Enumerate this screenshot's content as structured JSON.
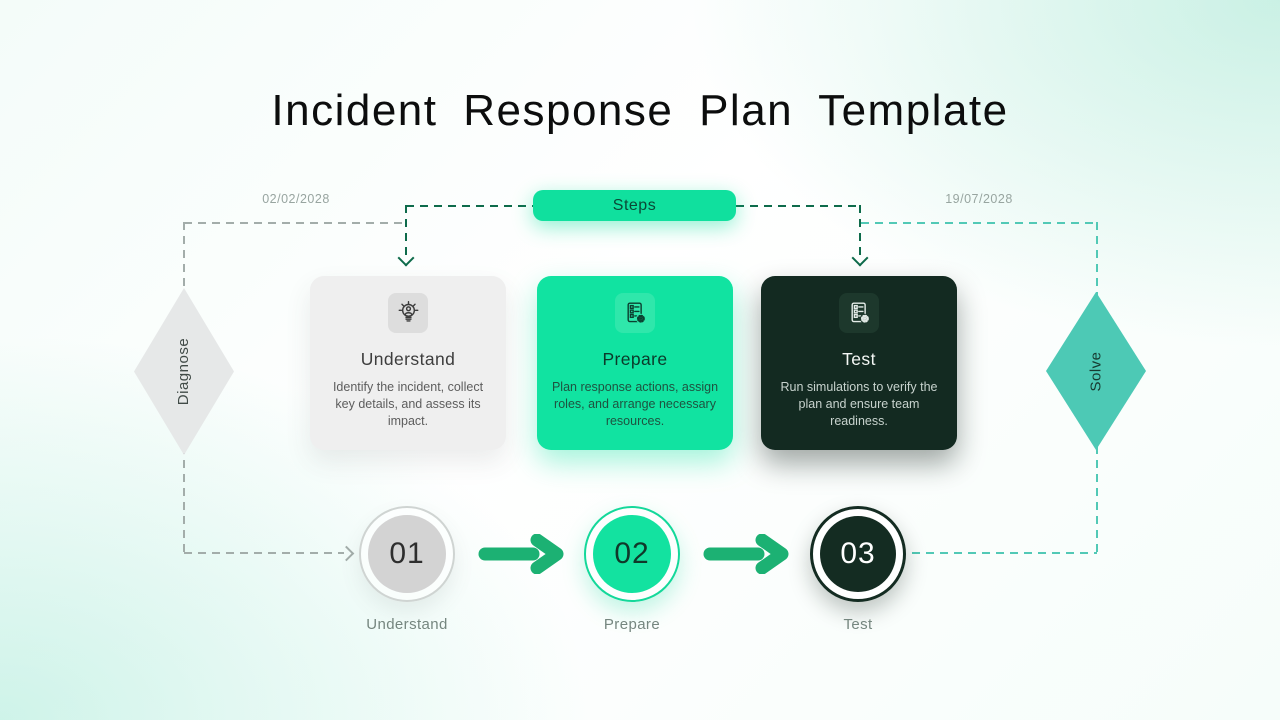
{
  "title": "Incident Response Plan Template",
  "steps_button": {
    "label": "Steps"
  },
  "dates": {
    "left": "02/02/2028",
    "right": "19/07/2028"
  },
  "diamonds": {
    "left": {
      "label": "Diagnose"
    },
    "right": {
      "label": "Solve"
    }
  },
  "cards": [
    {
      "title": "Understand",
      "description": "Identify the incident, collect key details, and assess its impact.",
      "icon": "idea-person-bulb-icon"
    },
    {
      "title": "Prepare",
      "description": "Plan response actions, assign roles, and arrange necessary resources.",
      "icon": "checklist-gear-icon"
    },
    {
      "title": "Test",
      "description": "Run simulations to verify the plan and ensure team readiness.",
      "icon": "checklist-gear-icon"
    }
  ],
  "timeline": [
    {
      "number": "01",
      "label": "Understand"
    },
    {
      "number": "02",
      "label": "Prepare"
    },
    {
      "number": "03",
      "label": "Test"
    }
  ],
  "colors": {
    "accent_green": "#11e3a1",
    "teal": "#4dc9b5",
    "dark_green": "#132a21",
    "connector_green": "#0e6b4b",
    "connector_gray": "#a3adaa",
    "connector_teal": "#52c9b6",
    "arrow_green": "#1cb173"
  }
}
